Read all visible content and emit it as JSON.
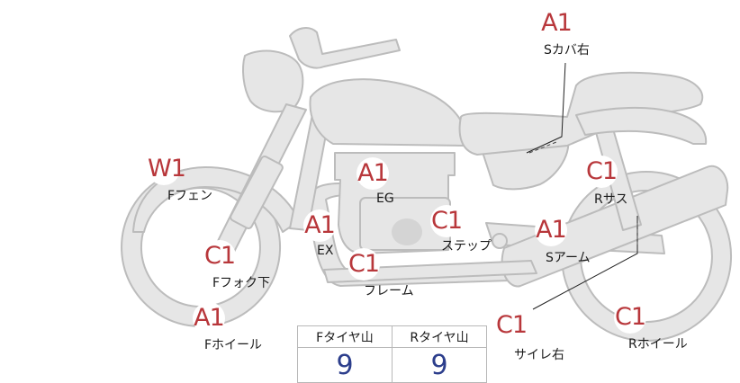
{
  "parts": {
    "s_cover_right": {
      "grade": "A1",
      "label": "Sカバ右"
    },
    "f_fender": {
      "grade": "W1",
      "label": "Fフェン"
    },
    "engine": {
      "grade": "A1",
      "label": "EG"
    },
    "r_suspension": {
      "grade": "C1",
      "label": "Rサス"
    },
    "exhaust": {
      "grade": "A1",
      "label": "EX"
    },
    "step": {
      "grade": "C1",
      "label": "ステップ"
    },
    "s_arm": {
      "grade": "A1",
      "label": "Sアーム"
    },
    "f_fork_lower": {
      "grade": "C1",
      "label": "Fフォク下"
    },
    "frame": {
      "grade": "C1",
      "label": "フレーム"
    },
    "f_wheel": {
      "grade": "A1",
      "label": "Fホイール"
    },
    "silencer_right": {
      "grade": "C1",
      "label": "サイレ右"
    },
    "r_wheel": {
      "grade": "C1",
      "label": "Rホイール"
    }
  },
  "tire_tread": {
    "headers": [
      "Fタイヤ山",
      "Rタイヤ山"
    ],
    "values": [
      "9",
      "9"
    ]
  },
  "colors": {
    "grade_text": "#b8373b",
    "tread_value": "#2c3e8c",
    "bike_fill": "#e5e5e5",
    "bike_stroke": "#bdbdbd"
  }
}
